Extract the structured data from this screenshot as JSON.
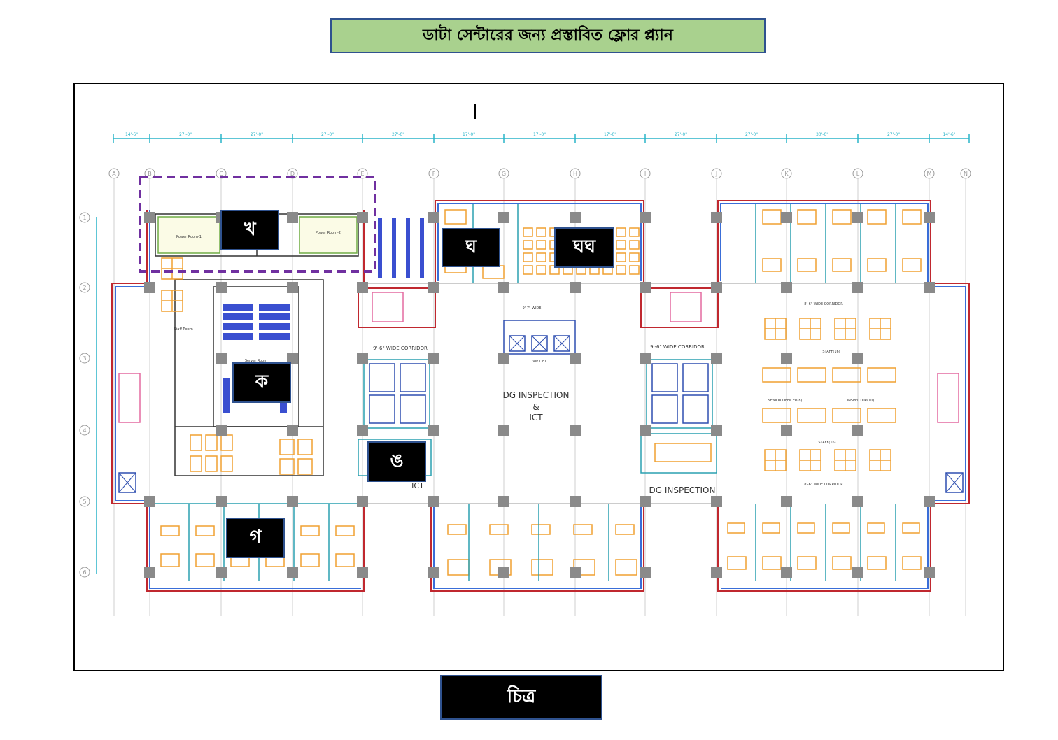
{
  "title": "ডাটা সেন্টারের জন্য প্রস্তাবিত ফ্লোর প্ল্যান",
  "caption": "চিত্র",
  "zone_labels": {
    "ka": "ক",
    "kha": "খ",
    "ga": "গ",
    "gha": "ঘ",
    "ghagha": "ঘঘ",
    "umo": "ঙ"
  },
  "plan_text": {
    "dg_inspection_ict": "DG INSPECTION",
    "amp": "&",
    "ict": "ICT",
    "dg_inspection_right": "DG INSPECTION",
    "ict_small": "ICT",
    "corridor_left": "9'-6\" WIDE CORRIDOR",
    "corridor_right": "9'-6\" WIDE CORRIDOR",
    "wide_top": "9'-7\" WIDE",
    "vip_lift": "VIP LIFT",
    "power_room_1": "Power Room-1",
    "power_room_2": "Power Room-2",
    "server_room": "Server Room",
    "staff_room": "Staff Room",
    "corridor_top_right": "8'-6\" WIDE CORRIDOR",
    "corridor_bottom_right": "8'-6\" WIDE CORRIDOR",
    "staff_upper": "STAFF(16)",
    "staff_lower": "STAFF(16)",
    "inspector": "INSPECTOR(10)",
    "senior_officer": "SENIOR OFFICER(8)"
  },
  "grid_columns": [
    "A",
    "B",
    "C",
    "D",
    "E",
    "F",
    "G",
    "H",
    "I",
    "J",
    "K",
    "L",
    "M",
    "N"
  ],
  "grid_rows": [
    "1",
    "2",
    "3",
    "4",
    "5",
    "6"
  ],
  "dimensions": [
    "14'-6\"",
    "27'-0\"",
    "27'-0\"",
    "27'-0\"",
    "27'-0\"",
    "17'-0\"",
    "17'-0\"",
    "17'-0\"",
    "27'-0\"",
    "27'-0\"",
    "30'-0\"",
    "27'-0\"",
    "14'-6\""
  ],
  "colors": {
    "title_bg": "#a9d18e",
    "outline_blue": "#2f528f",
    "furniture": "#f0a030",
    "wall_red": "#c0282f",
    "wall_blue": "#3a6ed8",
    "column_gray": "#8a8a8a",
    "teal": "#2aa0b0",
    "dimension_cyan": "#28b4c8",
    "zone_dash": "#7030a0",
    "pink": "#e46aa0"
  }
}
